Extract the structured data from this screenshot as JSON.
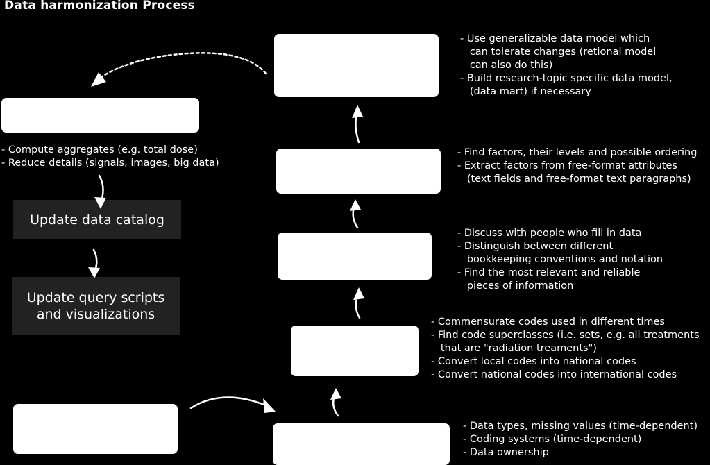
{
  "title": "Data harmonization Process",
  "left_notes": [
    "- Compute aggregates (e.g. total dose)",
    "- Reduce details (signals, images, big data)"
  ],
  "gray_boxes": {
    "catalog": "Update data catalog",
    "scripts_line1": "Update query scripts",
    "scripts_line2": "and visualizations"
  },
  "notes": {
    "model": [
      "- Use generalizable data model which",
      "   can tolerate changes (retional model",
      "   can also do this)",
      "- Build research-topic specific data model,",
      "   (data mart) if necessary"
    ],
    "factors": [
      "- Find factors, their levels and possible ordering",
      "- Extract factors from free-format attributes",
      "   (text fields and free-format text paragraphs)"
    ],
    "discuss": [
      "- Discuss with people who fill in data",
      "- Distinguish between different",
      "   bookkeeping conventions and notation",
      "- Find the most relevant and reliable",
      "   pieces of information"
    ],
    "codes": [
      "- Commensurate codes used in different times",
      "- Find code superclasses (i.e. sets, e.g. all treatments",
      "   that are \"radiation treaments\")",
      "- Convert local codes into national codes",
      "- Convert national codes into international codes"
    ],
    "types": [
      "- Data types, missing values (time-dependent)",
      "- Coding systems (time-dependent)",
      "- Data ownership"
    ]
  }
}
